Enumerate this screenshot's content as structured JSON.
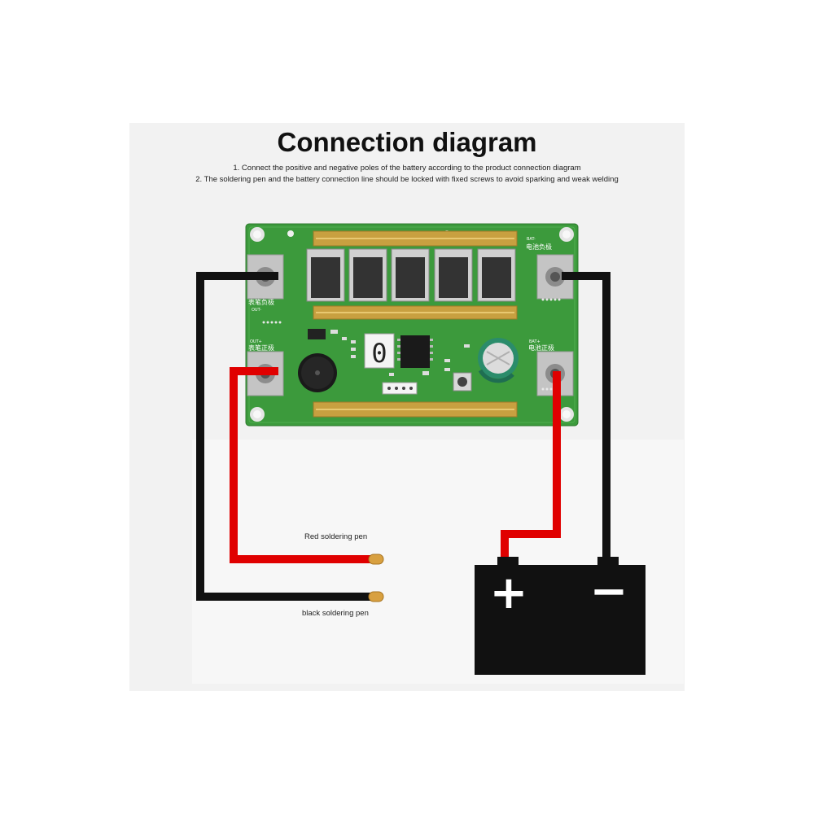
{
  "title": "Connection diagram",
  "instructions": [
    "1. Connect the positive and negative poles of the battery according to the product connection diagram",
    "2. The soldering pen and the battery connection line should be locked with fixed screws to avoid sparking and weak welding"
  ],
  "board": {
    "out_neg_code": "OUT-",
    "out_neg_cn": "表笔负极",
    "out_pos_code": "OUT+",
    "out_pos_cn": "表笔正极",
    "bat_neg_code": "BAT-",
    "bat_neg_cn": "电池负极",
    "bat_pos_code": "BAT+",
    "bat_pos_cn": "电池正极",
    "display_digit": "0"
  },
  "labels": {
    "red_pen": "Red soldering pen",
    "black_pen": "black soldering pen"
  },
  "battery": {
    "positive_symbol": "+",
    "negative_symbol": "−"
  },
  "colors": {
    "background": "#f2f2f2",
    "board_green": "#3c9a3c",
    "red_wire": "#e00000",
    "black_wire": "#111111",
    "copper_bar": "#c8a040",
    "battery": "#111111"
  }
}
